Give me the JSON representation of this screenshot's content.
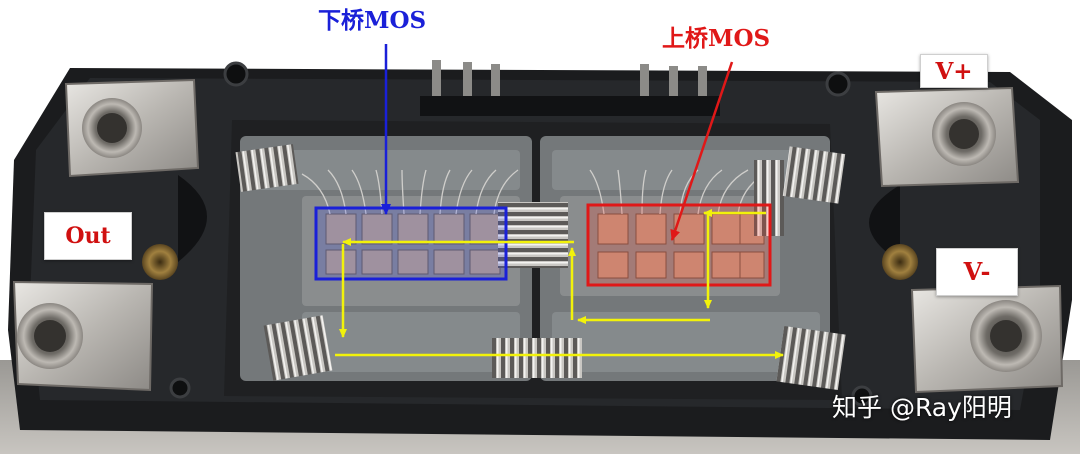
{
  "labels": {
    "low_side": "下桥MOS",
    "high_side": "上桥MOS",
    "v_plus": "V+",
    "v_minus": "V-",
    "out": "Out"
  },
  "watermark": "知乎 @Ray阳明",
  "colors": {
    "low_side": "#1a20d8",
    "high_side": "#e01818",
    "current_path": "#f2f20a",
    "terminal_label": "#d01010"
  }
}
